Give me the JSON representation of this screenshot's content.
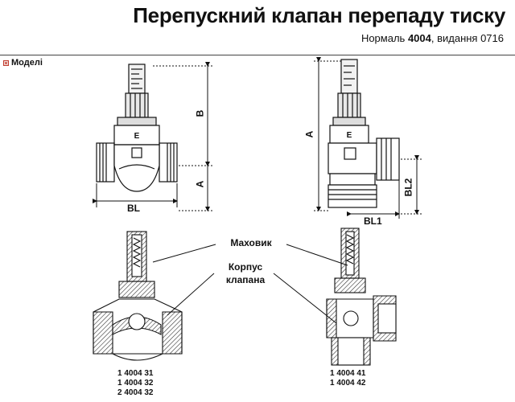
{
  "header": {
    "title": "Перепускний клапан перепаду тиску",
    "norm_prefix": "Нормаль",
    "norm_number": "4004",
    "norm_suffix": ", видання 0716"
  },
  "section": {
    "label": "Моделі"
  },
  "dimensions": {
    "left_width": "BL",
    "left_height_top": "B",
    "left_height_bottom": "A",
    "right_height": "A",
    "right_width": "BL1",
    "right_height_small": "BL2"
  },
  "callouts": {
    "handwheel": "Маховик",
    "body_line1": "Корпус",
    "body_line2": "клапана"
  },
  "models": {
    "left": [
      "1 4004 31",
      "1 4004 32",
      "2 4004 32"
    ],
    "right": [
      "1 4004 41",
      "1 4004 42"
    ]
  },
  "colors": {
    "outline": "#111111",
    "hatch": "#333333",
    "marker": "#c0392b"
  }
}
